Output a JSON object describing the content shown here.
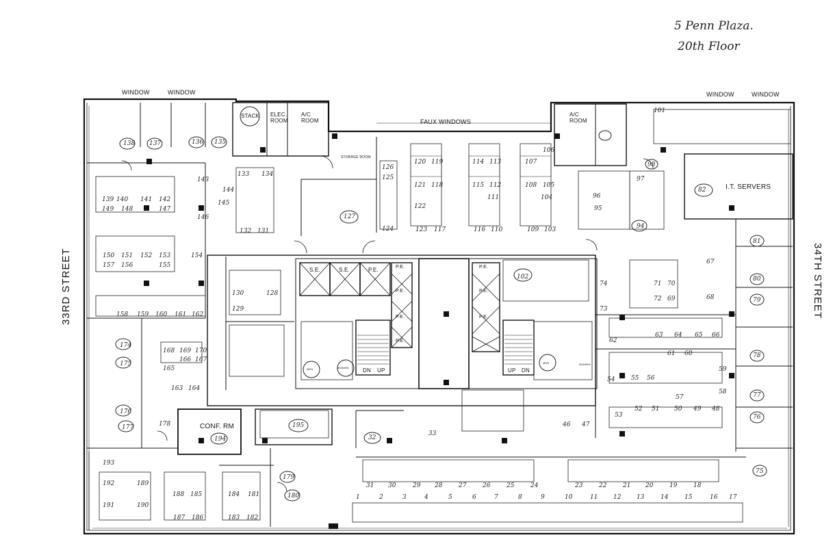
{
  "header": {
    "line1": "5 Penn Plaza.",
    "line2": "20th Floor"
  },
  "streets": {
    "left": "33RD STREET",
    "right": "34TH STREET"
  },
  "labels": {
    "window": "WINDOW",
    "faux_windows": "FAUX WINDOWS",
    "stack": "STACK",
    "elec_room": "ELEC. ROOM",
    "ac_room": "A/C ROOM",
    "storage_room": "STORAGE ROOM",
    "it_servers": "I.T. SERVERS",
    "conf_rm": "CONF. RM",
    "se": "S.E.",
    "pe": "P.E.",
    "men": "MEN",
    "women": "WOMEN",
    "dn": "DN",
    "up": "UP"
  },
  "desks": [
    "138",
    "137",
    "136",
    "135",
    "143",
    "144",
    "145",
    "146",
    "133",
    "134",
    "132",
    "131",
    "139",
    "140",
    "141",
    "142",
    "149",
    "148",
    "147",
    "150",
    "151",
    "152",
    "153",
    "154",
    "157",
    "156",
    "155",
    "158",
    "159",
    "160",
    "161",
    "162",
    "130",
    "128",
    "129",
    "126",
    "125",
    "122",
    "124",
    "127",
    "120",
    "119",
    "121",
    "118",
    "123",
    "117",
    "114",
    "113",
    "115",
    "112",
    "111",
    "116",
    "110",
    "107",
    "106",
    "108",
    "105",
    "104",
    "109",
    "103",
    "102",
    "101",
    "98",
    "97",
    "96",
    "95",
    "94",
    "82",
    "81",
    "80",
    "79",
    "78",
    "77",
    "76",
    "75",
    "74",
    "73",
    "72",
    "71",
    "70",
    "69",
    "68",
    "67",
    "66",
    "65",
    "64",
    "63",
    "62",
    "61",
    "60",
    "59",
    "58",
    "57",
    "56",
    "55",
    "54",
    "53",
    "52",
    "51",
    "50",
    "49",
    "48",
    "47",
    "46",
    "33",
    "32",
    "31",
    "30",
    "29",
    "28",
    "27",
    "26",
    "25",
    "24",
    "23",
    "22",
    "21",
    "20",
    "19",
    "18",
    "17",
    "16",
    "15",
    "14",
    "13",
    "12",
    "11",
    "10",
    "9",
    "8",
    "7",
    "6",
    "5",
    "4",
    "3",
    "2",
    "1",
    "163",
    "164",
    "165",
    "166",
    "167",
    "168",
    "169",
    "170",
    "174",
    "175",
    "176",
    "177",
    "178",
    "179",
    "180",
    "181",
    "182",
    "183",
    "184",
    "185",
    "186",
    "187",
    "188",
    "189",
    "190",
    "191",
    "192",
    "193",
    "194",
    "195"
  ]
}
